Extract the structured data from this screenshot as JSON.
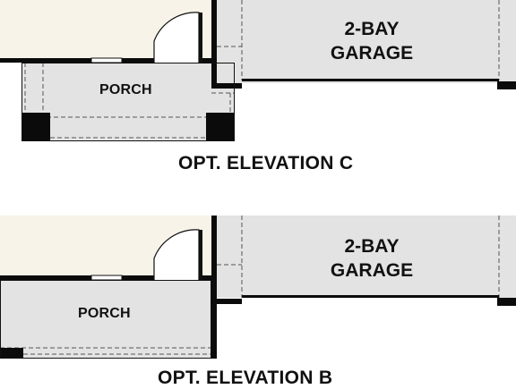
{
  "colors": {
    "wall": "#0b0b0b",
    "interior": "#f8f3e8",
    "porch": "#e3e3e3",
    "garage": "#e3e3e3",
    "door_panel": "#ffffff",
    "dashed": "#555555",
    "text": "#111111"
  },
  "elevation_c": {
    "porch_label": "PORCH",
    "garage_label_line1": "2-BAY",
    "garage_label_line2": "GARAGE",
    "caption": "OPT. ELEVATION C"
  },
  "elevation_b": {
    "porch_label": "PORCH",
    "garage_label_line1": "2-BAY",
    "garage_label_line2": "GARAGE",
    "caption": "OPT. ELEVATION B"
  }
}
